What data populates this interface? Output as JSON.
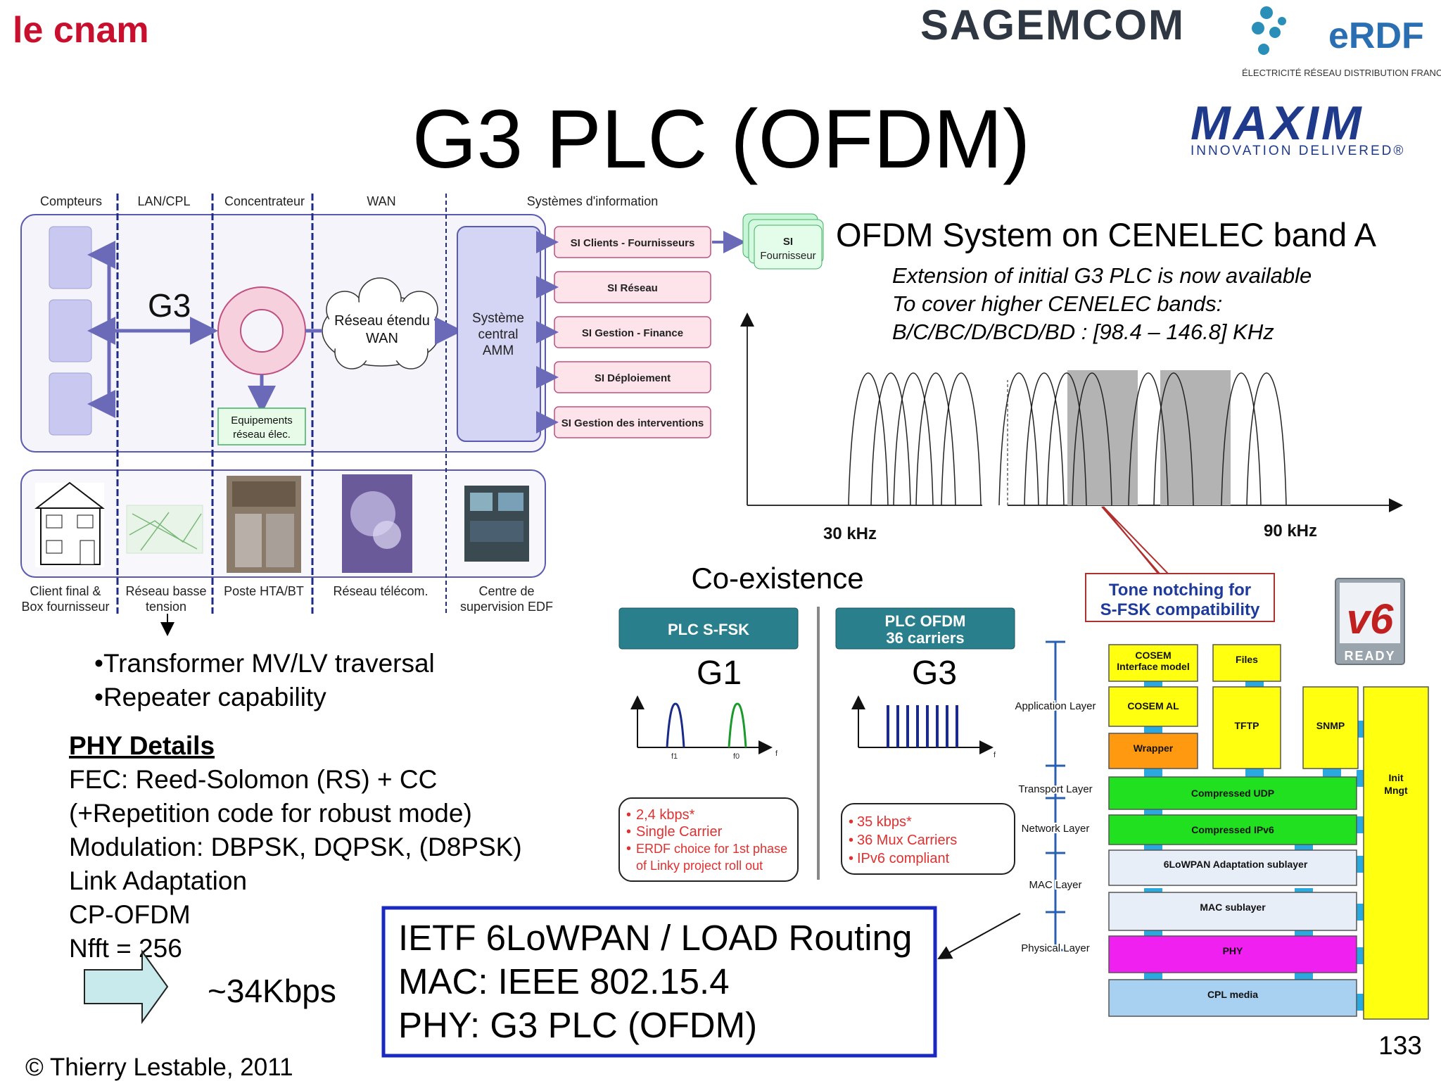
{
  "header": {
    "cnam_logo": "le cnam",
    "sagemcom_logo": "SAGEMCOM",
    "erdf_logo": "eRDF",
    "erdf_tagline": "ÉLECTRICITÉ RÉSEAU DISTRIBUTION FRANCE",
    "maxim_logo": "MAXIM",
    "maxim_tagline": "INNOVATION DELIVERED®",
    "title": "G3 PLC (OFDM)"
  },
  "arch": {
    "columns": [
      "Compteurs",
      "LAN/CPL",
      "Concentrateur",
      "WAN",
      "Systèmes d'information"
    ],
    "g3_label": "G3",
    "wan_cloud": [
      "Réseau étendu",
      "WAN"
    ],
    "central": [
      "Système",
      "central",
      "AMM"
    ],
    "equip": [
      "Equipements",
      "réseau élec."
    ],
    "si_boxes": [
      "SI Clients - Fournisseurs",
      "SI Réseau",
      "SI Gestion - Finance",
      "SI Déploiement",
      "SI Gestion des interventions"
    ],
    "si_fournisseur": [
      "SI",
      "Fournisseur"
    ],
    "photo_labels": [
      [
        "Client final  &",
        "Box fournisseur"
      ],
      [
        "Réseau basse",
        "tension"
      ],
      [
        "Poste HTA/BT"
      ],
      [
        "Réseau télécom."
      ],
      [
        "Centre de",
        "supervision EDF"
      ]
    ]
  },
  "bullets": [
    "•Transformer MV/LV traversal",
    "•Repeater capability"
  ],
  "phy": {
    "heading": "PHY Details",
    "lines": [
      "FEC: Reed-Solomon (RS) + CC",
      "(+Repetition code for robust mode)",
      "Modulation: DBPSK, DQPSK, (D8PSK)",
      "Link Adaptation",
      "CP-OFDM",
      "Nfft = 256"
    ]
  },
  "rate": "~34Kbps",
  "copyright": "© Thierry Lestable, 2011",
  "page_number": "133",
  "ofdm": {
    "heading": "OFDM System on CENELEC band A",
    "note": [
      "Extension of initial G3 PLC is now available",
      "To cover higher CENELEC bands:",
      "B/C/BC/D/BCD/BD : [98.4 – 146.8] KHz"
    ],
    "axis_left": "30 kHz",
    "axis_right": "90 kHz",
    "tone_notch": [
      "Tone notching for",
      "S-FSK compatibility"
    ]
  },
  "coexist": {
    "heading": "Co-existence",
    "g1_header": "PLC S-FSK",
    "g1_label": "G1",
    "g1_axis": [
      "f1",
      "f0",
      "f"
    ],
    "g1_bullets": [
      "2,4 kbps*",
      "Single Carrier",
      "ERDF choice for 1st phase",
      "of Linky project roll out"
    ],
    "g3_header": [
      "PLC OFDM",
      "36 carriers"
    ],
    "g3_label": "G3",
    "g3_axis": "f",
    "g3_bullets": [
      "35 kbps*",
      "36 Mux Carriers",
      "IPv6 compliant"
    ]
  },
  "ietf": [
    "IETF 6LoWPAN / LOAD Routing",
    "MAC: IEEE 802.15.4",
    "PHY: G3 PLC (OFDM)"
  ],
  "stack": {
    "layers": [
      "Application Layer",
      "Transport Layer",
      "Network Layer",
      "MAC Layer",
      "Physical Layer"
    ],
    "cosem_im": [
      "COSEM",
      "Interface model"
    ],
    "files": "Files",
    "cosem_al": "COSEM AL",
    "tftp": "TFTP",
    "snmp": "SNMP",
    "init": [
      "Init",
      "Mngt"
    ],
    "wrapper": "Wrapper",
    "udp": "Compressed UDP",
    "ipv6": "Compressed IPv6",
    "sixlowpan": "6LoWPAN Adaptation sublayer",
    "mac": "MAC sublayer",
    "phy": "PHY",
    "cpl": "CPL media",
    "ipv6_ready": "READY"
  }
}
